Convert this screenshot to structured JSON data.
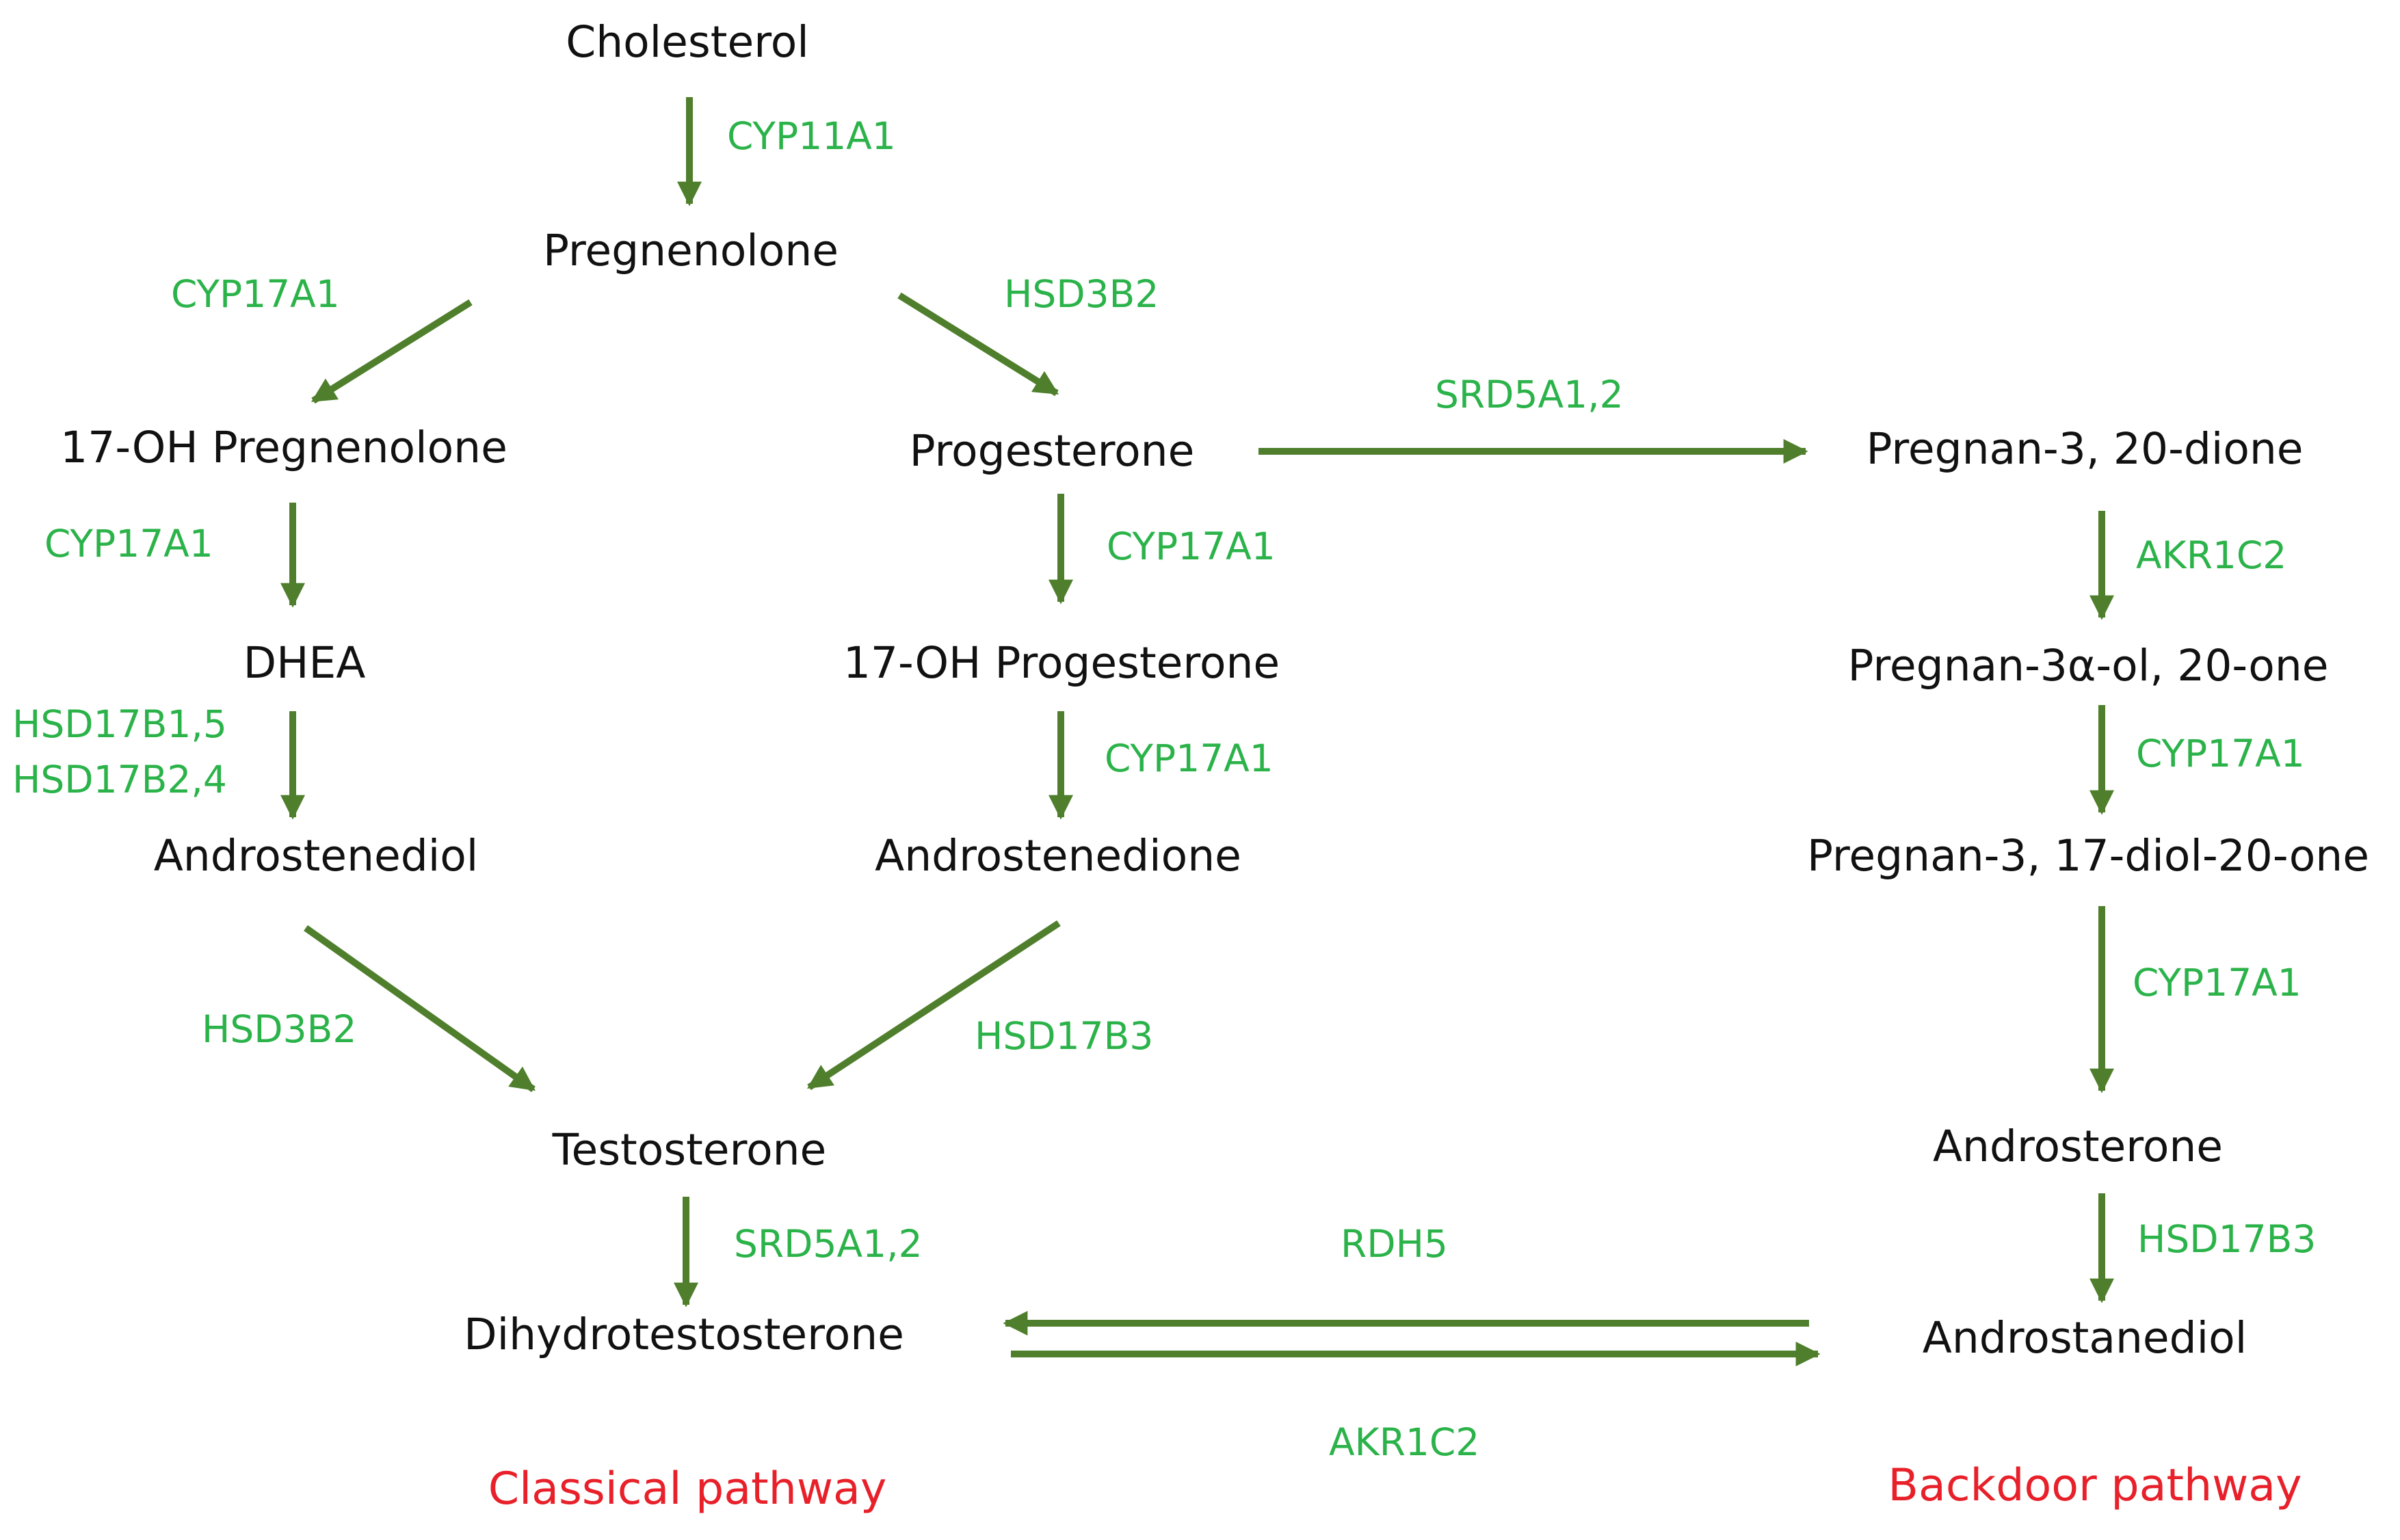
{
  "colors": {
    "metabolite": "#111111",
    "enzyme": "#2bb34a",
    "arrow": "#4f7f2c",
    "pathway": "#e8202a"
  },
  "metabolites": {
    "cholesterol": "Cholesterol",
    "pregnenolone": "Pregnenolone",
    "oh17_pregnenolone": "17-OH Pregnenolone",
    "progesterone": "Progesterone",
    "pregnan_dione": "Pregnan-3, 20-dione",
    "dhea": "DHEA",
    "oh17_progesterone": "17-OH Progesterone",
    "pregnan_3a_ol": "Pregnan-3α-ol, 20-one",
    "androstenediol": "Androstenediol",
    "androstenedione": "Androstenedione",
    "pregnan_diol": "Pregnan-3, 17-diol-20-one",
    "testosterone": "Testosterone",
    "androsterone": "Androsterone",
    "dihydrotestosterone": "Dihydrotestosterone",
    "androstanediol": "Androstanediol"
  },
  "enzymes": {
    "cyp11a1": "CYP11A1",
    "cyp17a1_preg_left": "CYP17A1",
    "hsd3b2_preg_right": "HSD3B2",
    "srd5a1_2_prog": "SRD5A1,2",
    "cyp17a1_oh17preg": "CYP17A1",
    "cyp17a1_prog": "CYP17A1",
    "akr1c2_dione": "AKR1C2",
    "hsd17b1_5": "HSD17B1,5",
    "hsd17b2_4": "HSD17B2,4",
    "cyp17a1_oh17prog": "CYP17A1",
    "cyp17a1_3a_ol": "CYP17A1",
    "hsd3b2_androstenediol": "HSD3B2",
    "hsd17b3_androstenedione": "HSD17B3",
    "cyp17a1_diol": "CYP17A1",
    "srd5a1_2_testo": "SRD5A1,2",
    "rdh5": "RDH5",
    "hsd17b3_androsterone": "HSD17B3",
    "akr1c2_dht": "AKR1C2"
  },
  "pathways": {
    "classical": "Classical pathway",
    "backdoor": "Backdoor pathway"
  }
}
